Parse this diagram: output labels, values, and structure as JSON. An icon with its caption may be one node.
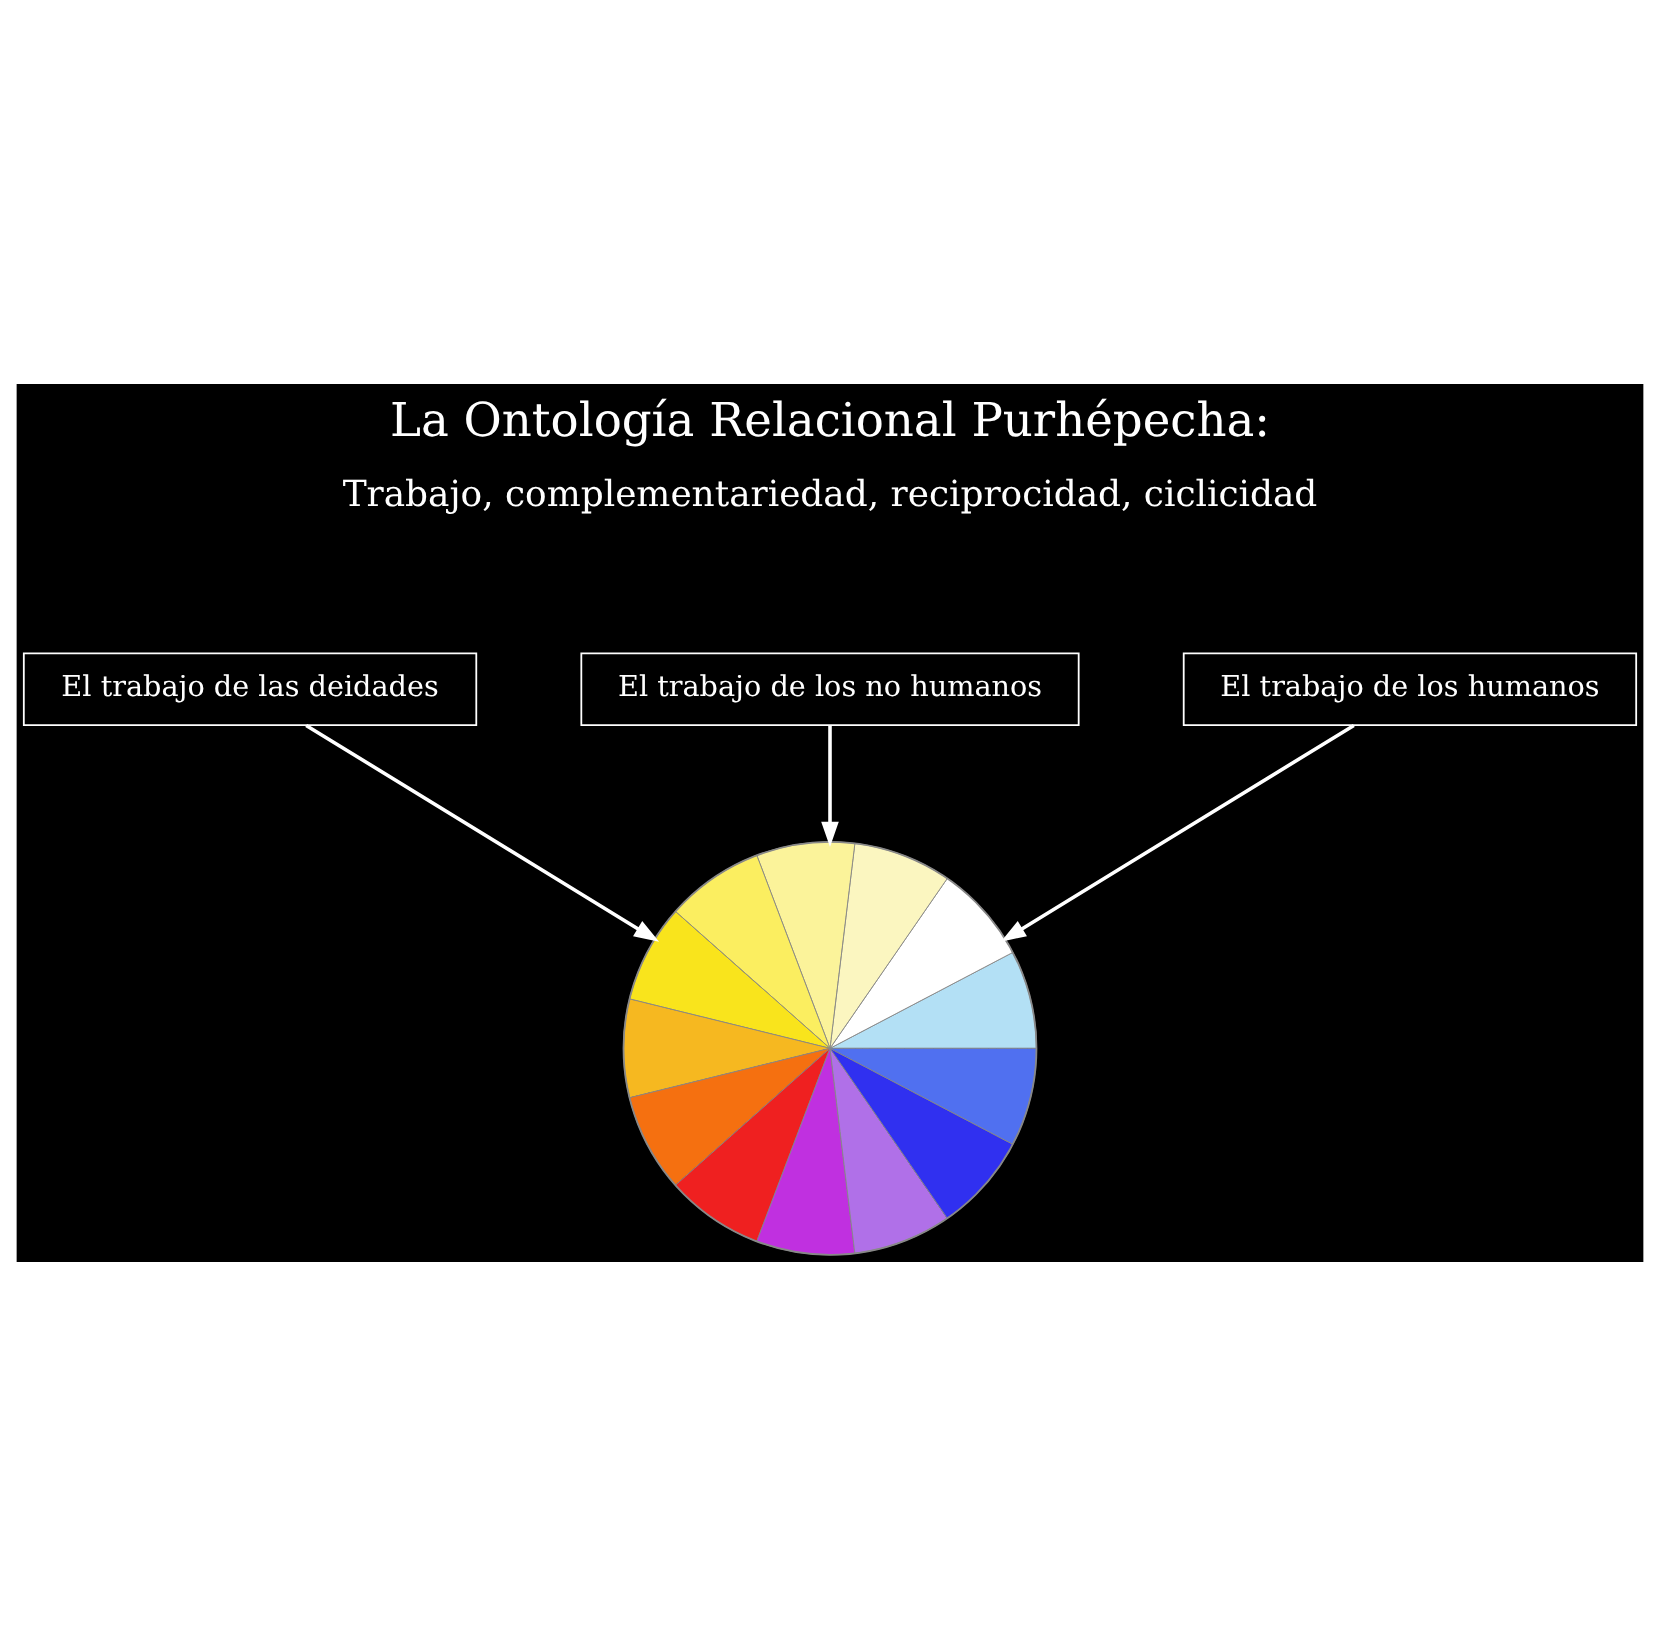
{
  "diagram": {
    "title": "La Ontología Relacional Purhépecha:",
    "nodes": [
      {
        "text": [
          "El trabajo de las deidades"
        ]
      },
      {
        "text": [
          "El trabajo de los no humanos"
        ]
      },
      {
        "text": [
          "El trabajo de los humanos"
        ]
      },
      {
        "text": [],
        "shape": "picture"
      }
    ],
    "edges": [
      {
        "from": 0,
        "to": 3,
        "arrow": "to"
      },
      {
        "from": 1,
        "to": 3,
        "arrow": "to"
      },
      {
        "from": 2,
        "to": 3,
        "arrow": "to"
      }
    ],
    "labels": [
      "Trabajo, complementariedad, reciprocidad, ciclicidad"
    ]
  }
}
